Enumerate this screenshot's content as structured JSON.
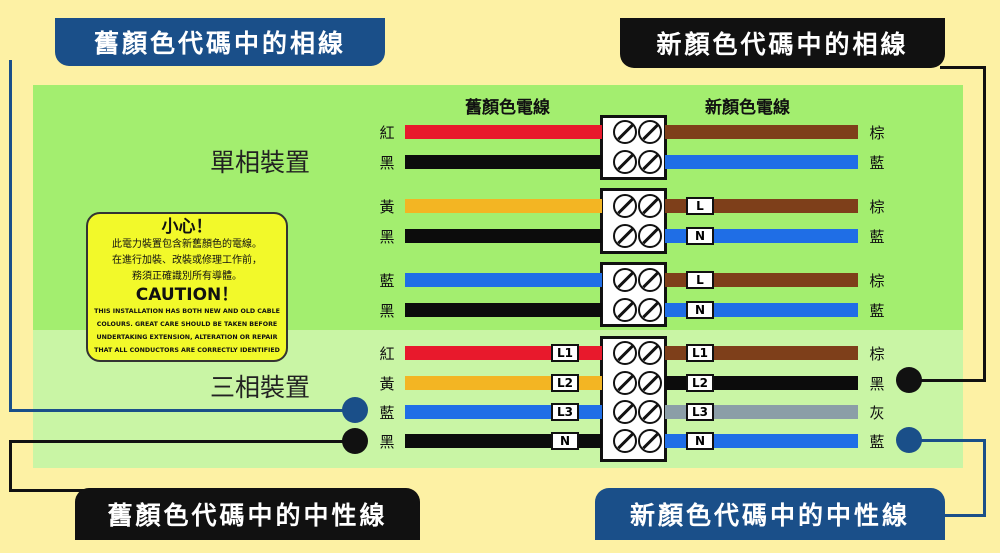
{
  "titles": {
    "old_phase": "舊顏色代碼中的相線",
    "new_phase": "新顏色代碼中的相線",
    "old_neutral": "舊顏色代碼中的中性線",
    "new_neutral": "新顏色代碼中的中性線"
  },
  "headers": {
    "old": "舊顏色電線",
    "new": "新顏色電線"
  },
  "sections": {
    "single_phase": "單相裝置",
    "three_phase": "三相裝置"
  },
  "caution": {
    "title_zh": "小心！",
    "lines_zh": [
      "此電力裝置包含新舊顏色的電線。",
      "在進行加裝、改裝或修理工作前，",
      "務須正確識別所有導體。"
    ],
    "title_en": "CAUTION！",
    "lines_en": [
      "THIS INSTALLATION HAS BOTH NEW AND OLD CABLE",
      "COLOURS. GREAT CARE SHOULD BE TAKEN BEFORE",
      "UNDERTAKING EXTENSION, ALTERATION OR REPAIR",
      "THAT ALL CONDUCTORS ARE CORRECTLY IDENTIFIED"
    ]
  },
  "colors": {
    "red": "#e8192c",
    "black": "#0c0c0c",
    "yellow": "#f3b523",
    "blue": "#1f6ee6",
    "brown": "#7e3f1a",
    "grey": "#8b9ea7",
    "title_blue": "#1a4f89"
  },
  "rows": [
    {
      "old_label": "紅",
      "old_color": "red",
      "old_tag": "",
      "new_tag": "",
      "new_color": "brown",
      "new_label": "棕"
    },
    {
      "old_label": "黑",
      "old_color": "black",
      "old_tag": "",
      "new_tag": "",
      "new_color": "blue",
      "new_label": "藍"
    },
    {
      "old_label": "黃",
      "old_color": "yellow",
      "old_tag": "",
      "new_tag": "L",
      "new_color": "brown",
      "new_label": "棕"
    },
    {
      "old_label": "黑",
      "old_color": "black",
      "old_tag": "",
      "new_tag": "N",
      "new_color": "blue",
      "new_label": "藍"
    },
    {
      "old_label": "藍",
      "old_color": "blue",
      "old_tag": "",
      "new_tag": "L",
      "new_color": "brown",
      "new_label": "棕"
    },
    {
      "old_label": "黑",
      "old_color": "black",
      "old_tag": "",
      "new_tag": "N",
      "new_color": "blue",
      "new_label": "藍"
    },
    {
      "old_label": "紅",
      "old_color": "red",
      "old_tag": "L1",
      "new_tag": "L1",
      "new_color": "brown",
      "new_label": "棕"
    },
    {
      "old_label": "黃",
      "old_color": "yellow",
      "old_tag": "L2",
      "new_tag": "L2",
      "new_color": "black",
      "new_label": "黑"
    },
    {
      "old_label": "藍",
      "old_color": "blue",
      "old_tag": "L3",
      "new_tag": "L3",
      "new_color": "grey",
      "new_label": "灰"
    },
    {
      "old_label": "黑",
      "old_color": "black",
      "old_tag": "N",
      "new_tag": "N",
      "new_color": "blue",
      "new_label": "藍"
    }
  ]
}
